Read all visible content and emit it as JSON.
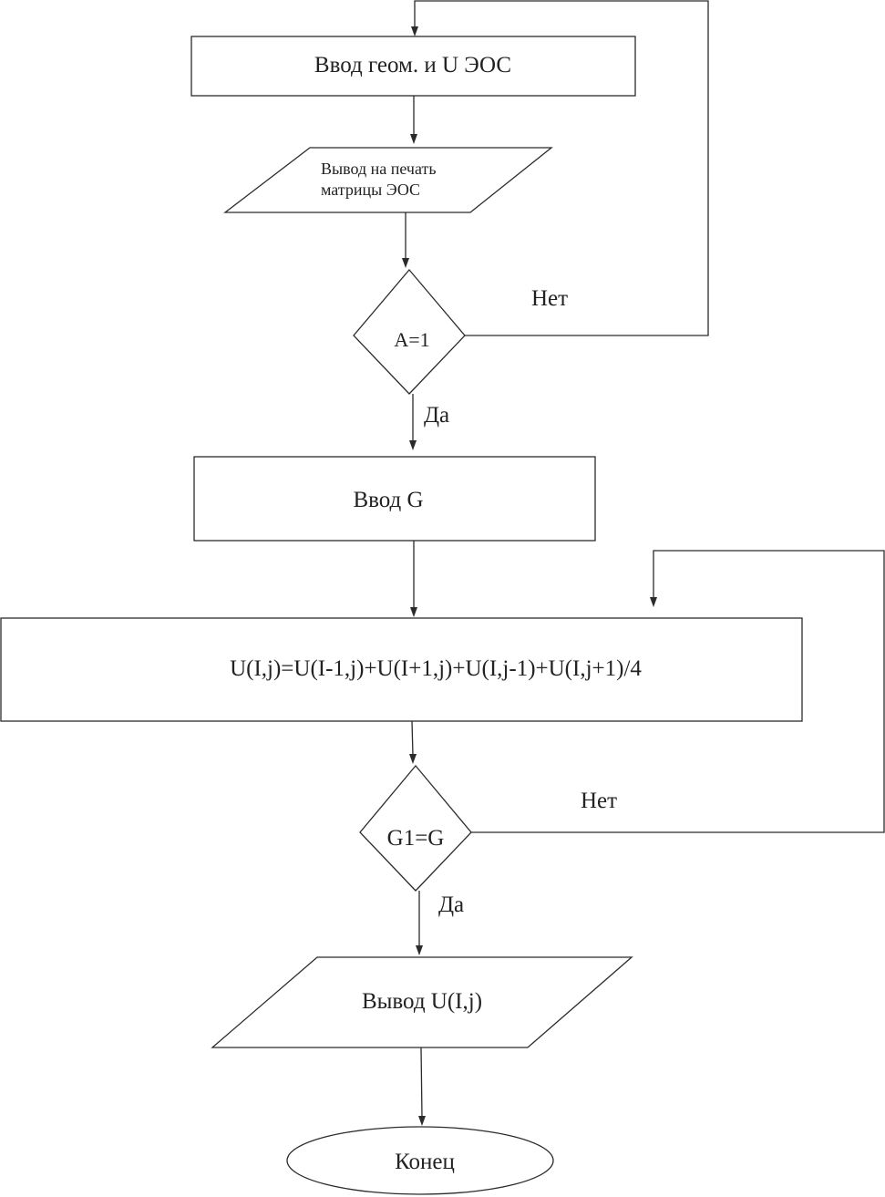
{
  "diagram": {
    "nodes": {
      "input_geom": {
        "shape": "process",
        "text": "Ввод геом. и U ЭОС"
      },
      "print_matrix": {
        "shape": "io",
        "text_lines": [
          "Вывод на печать",
          "матрицы ЭОС"
        ]
      },
      "decision_a": {
        "shape": "decision",
        "text": "A=1"
      },
      "input_g": {
        "shape": "process",
        "text": "Ввод G"
      },
      "compute_u": {
        "shape": "process",
        "text": "U(I,j)=U(I-1,j)+U(I+1,j)+U(I,j-1)+U(I,j+1)/4"
      },
      "decision_g": {
        "shape": "decision",
        "text": "G1=G"
      },
      "output_u": {
        "shape": "io",
        "text": "Вывод U(I,j)"
      },
      "end": {
        "shape": "terminator",
        "text": "Конец"
      }
    },
    "edges": [
      {
        "from": "input_geom",
        "to": "print_matrix",
        "label": ""
      },
      {
        "from": "print_matrix",
        "to": "decision_a",
        "label": ""
      },
      {
        "from": "decision_a",
        "to": "input_geom",
        "label": "Нет"
      },
      {
        "from": "decision_a",
        "to": "input_g",
        "label": "Да"
      },
      {
        "from": "input_g",
        "to": "compute_u",
        "label": ""
      },
      {
        "from": "compute_u",
        "to": "decision_g",
        "label": ""
      },
      {
        "from": "decision_g",
        "to": "compute_u",
        "label": "Нет"
      },
      {
        "from": "decision_g",
        "to": "output_u",
        "label": "Да"
      },
      {
        "from": "output_u",
        "to": "end",
        "label": ""
      }
    ]
  }
}
